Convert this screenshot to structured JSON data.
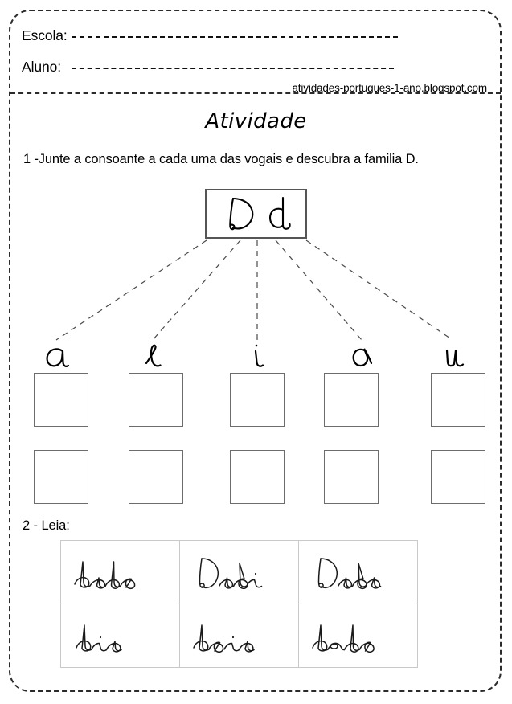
{
  "page": {
    "border_color": "#2b2b2b",
    "background": "#ffffff"
  },
  "header": {
    "escola_label": "Escola:",
    "aluno_label": "Aluno:",
    "blog_credit": "atividades-portugues-1-ano.blogspot.com"
  },
  "title": "Atividade",
  "exercise_1": {
    "number_label": "1 -",
    "instruction": "1 -Junte a consoante a cada uma das vogais e descubra a familia D.",
    "consonant_box": {
      "uppercase": "D",
      "lowercase": "d",
      "display": "D d",
      "script": "cursive"
    },
    "vowels": [
      {
        "letter": "a",
        "script": "cursive"
      },
      {
        "letter": "e",
        "script": "cursive"
      },
      {
        "letter": "i",
        "script": "cursive"
      },
      {
        "letter": "o",
        "script": "cursive"
      },
      {
        "letter": "u",
        "script": "cursive"
      }
    ],
    "answer_rows": 2,
    "answer_columns": 5,
    "answer_box_value": ""
  },
  "exercise_2": {
    "instruction": "2 - Leia:",
    "words": [
      [
        "dado",
        "Didi",
        "Dida"
      ],
      [
        "dia",
        "doia",
        "dedo"
      ]
    ]
  }
}
